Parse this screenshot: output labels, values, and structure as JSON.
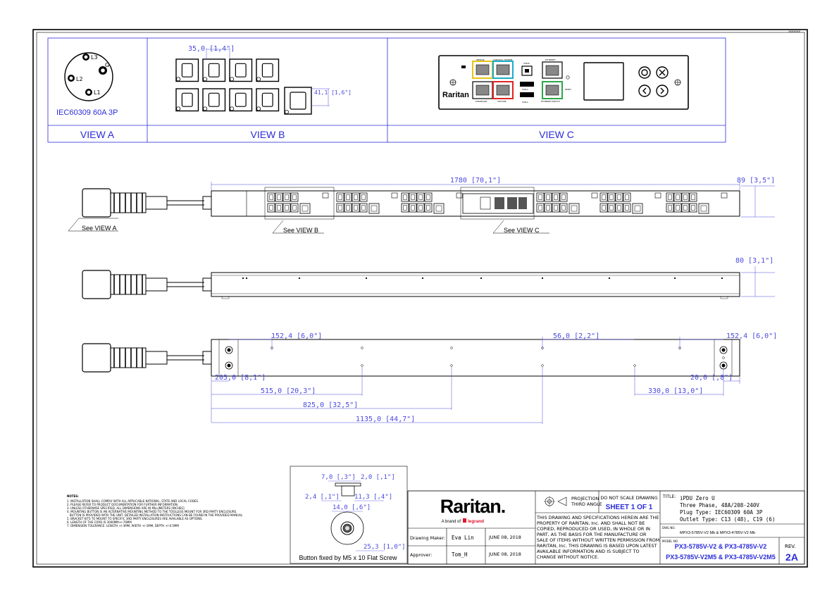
{
  "corner_code": "XXXXXXX",
  "views": {
    "a": {
      "title": "VIEW A",
      "pins": [
        "L3",
        "L2",
        "G",
        "L1"
      ],
      "caption": "IEC60309 60A 3P"
    },
    "b": {
      "title": "VIEW B",
      "dim_width": "35,0 [1,4\"]",
      "dim_height": "41,1 [1,6\"]"
    },
    "c": {
      "title": "VIEW C",
      "brand": "Raritan",
      "port_labels": [
        "SENSOR",
        "CONSOLE / MODEM",
        "USB-B",
        "ETHERNET",
        "EXPANSION",
        "FEATURE",
        "USB-A",
        "ETHERNET/SWITCH",
        "RESET",
        "USB-A"
      ]
    }
  },
  "front_view": {
    "length_dim": "1780 [70,1\"]",
    "height_dim": "89 [3,5\"]",
    "callouts": [
      "See VIEW A",
      "See VIEW B",
      "See VIEW C"
    ]
  },
  "side_view": {
    "depth_dim": "80 [3,1\"]"
  },
  "back_view": {
    "dims": {
      "top_left": "152,4 [6,0\"]",
      "top_mid": "56,0 [2,2\"]",
      "top_right": "152,4 [6,0\"]",
      "d205": "205,0 [8,1\"]",
      "d515": "515,0 [20,3\"]",
      "d825": "825,0 [32,5\"]",
      "d1135": "1135,0 [44,7\"]",
      "d20": "20,0 [,8\"]",
      "d330": "330,0 [13,0\"]"
    }
  },
  "button_detail": {
    "dims": [
      "7,0 [,3\"]",
      "2,0 [,1\"]",
      "2,4 [,1\"]",
      "11,3 [,4\"]",
      "14,0 [,6\"]",
      "25,3 [1,0\"]"
    ],
    "caption": "Button fixed by M5 x 10 Flat Screw"
  },
  "notes": {
    "heading": "NOTES:",
    "lines": [
      "1. INSTALLATION SHALL COMPLY WITH ALL APPLICABLE NATIONAL, STATE AND LOCAL CODES.",
      "2. PLEASE REFER TO PRODUCT DOCUMENTATION FOR FURTHER INFORMATION.",
      "3. UNLESS OTHERWISE SPECIFIED, ALL DIMENSIONS ARE IN MILLIMETERS [INCHES].",
      "4. MOUNTING BUTTON IS AN ALTERNATIVE MOUNTING METHOD TO THE TOOLLESS MOUNT FOR 3RD PARTY ENCLOSURE.",
      "   BUTTON IS PROVIDED WITH THE UNIT. DETAILED INSTALLATION INSTRUCTIONS CAN BE FOUND IN THE PROVIDED MANUAL.",
      "5. BRACKET KITS TO MOUNT TO SPECIFIC 3RD PARTY ENCLOSURES ARE AVAILABLE AS OPTIONS.",
      "6. LENGTH OF THE CORD IS 3000MM+/-76MM",
      "7. DIMENSION TOLERANCE: LENGTH +/-3MM, WIDTH +/-1MM, DEPTH +/-0.5MM"
    ]
  },
  "title_block": {
    "logo": "Raritan.",
    "logo_sub_prefix": "A brand of",
    "logo_sub_brand": "legrand",
    "projection_line1": "PROJECTION",
    "projection_line2": "THIRD ANGLE",
    "do_not_scale": "DO NOT SCALE DRAWING",
    "sheet": "SHEET 1 OF 1",
    "title_label": "TITLE:",
    "title_lines": [
      "iPDU Zero U",
      "Three Phase, 48A/208-240V",
      "Plug Type: IEC60309 60A 3P",
      "Outlet Type: C13 (48), C19 (6)"
    ],
    "maker_label": "Drawing Maker:",
    "maker": "Eva Lin",
    "maker_date": "JUNE 08, 2018",
    "approver_label": "Approver:",
    "approver": "Tom_H",
    "approver_date": "JUNE 08, 2018",
    "disclaimer": [
      "THIS DRAWING AND SPECIFICATIONS HEREIN ARE THE",
      "PROPERTY OF RARITAN, Inc. AND SHALL NOT BE",
      "COPIED, REPRODUCED OR USED, IN WHOLE OR IN",
      "PART, AS THE BASIS FOR THE MANUFACTURE OR",
      "SALE OF ITEMS WITHOUT WRITTEN PERMISSION FROM",
      "RARITAN, Inc. THIS DRAWING IS BASED UPON LATEST",
      "AVAILABLE INFORMATION AND IS SUBJECT TO",
      "CHANGE WITHOUT NOTICE."
    ],
    "dwg_label": "DWG NO.",
    "dwg_no": "MPX3-5785V-V2 Mb & MPX3-4785V-V2 Mb",
    "model_label": "MODEL NO.",
    "model_line1": "PX3-5785V-V2 & PX3-4785V-V2",
    "model_line2": "PX3-5785V-V2M5 & PX3-4785V-V2M5",
    "rev_label": "REV.",
    "rev": "2A"
  },
  "colors": {
    "accent": "#2b2bd9",
    "line": "#000000",
    "dim": "#4a4ae0",
    "legrand": "#e0142b"
  }
}
